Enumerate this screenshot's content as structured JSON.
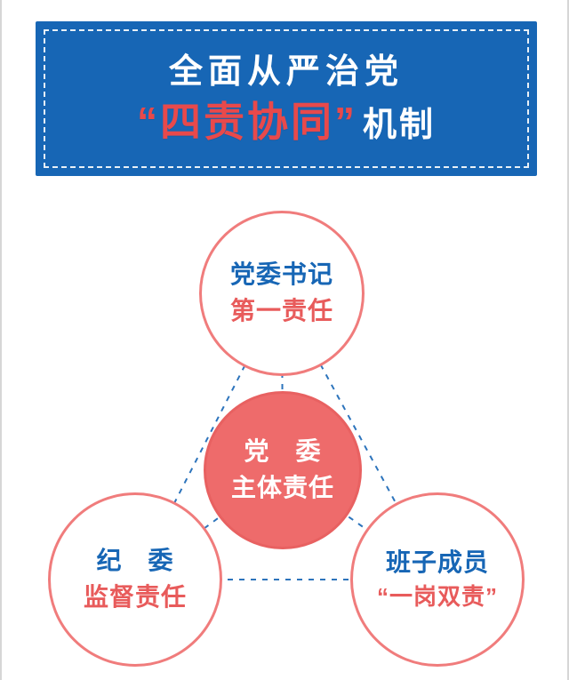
{
  "page": {
    "background": "#ffffff",
    "edge_line_color": "#d6d6d6"
  },
  "banner": {
    "background": "#1766b5",
    "dashed_border_color": "#ffffff",
    "line1": "全面从严治党",
    "line2_quoted": "“四责协同”",
    "line2_quoted_color": "#e8494b",
    "line2_suffix": "机制"
  },
  "colors": {
    "blue": "#1766b5",
    "red_strong": "#e8494b",
    "red_text": "#e85b5b",
    "circle_border": "#f07c7c",
    "center_circle_fill": "#ee6b6b"
  },
  "connectors": {
    "style": "dashed",
    "color": "#1766b5",
    "pairs": [
      "top-left",
      "top-right",
      "left-right",
      "center-top",
      "center-left",
      "center-right"
    ]
  },
  "nodes": {
    "top": {
      "line1": "党委书记",
      "line2": "第一责任"
    },
    "center": {
      "line1": "党　委",
      "line2": "主体责任"
    },
    "left": {
      "line1": "纪　委",
      "line2": "监督责任"
    },
    "right": {
      "line1": "班子成员",
      "line2": "“一岗双责”"
    }
  }
}
